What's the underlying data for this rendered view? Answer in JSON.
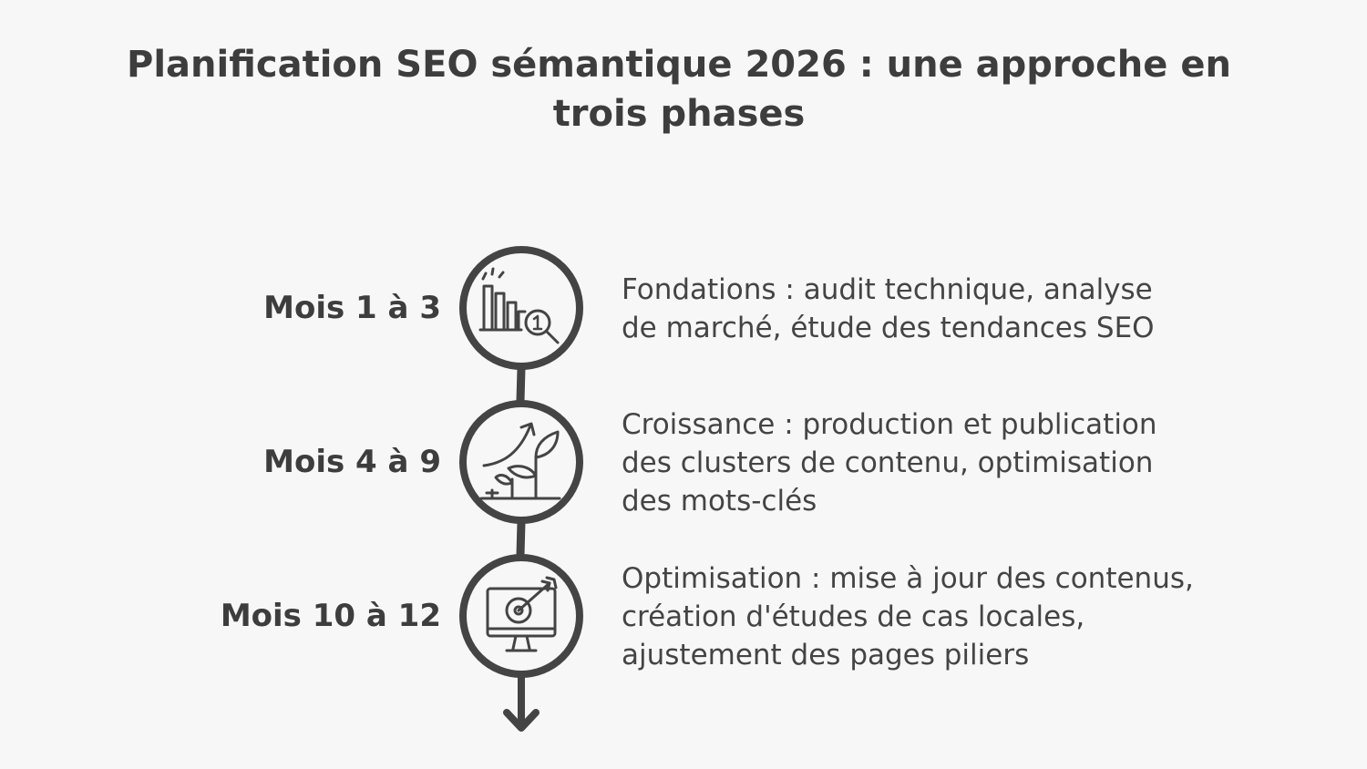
{
  "title": {
    "line1": "Planification SEO sémantique 2026 : une approche en",
    "line2": "trois phases"
  },
  "steps": [
    {
      "label": "Mois 1 à 3",
      "icon": "bar-chart-magnifier-icon",
      "description_lines": [
        "Fondations : audit technique, analyse",
        "de marché, étude des tendances SEO"
      ]
    },
    {
      "label": "Mois 4 à 9",
      "icon": "growing-plant-icon",
      "description_lines": [
        "Croissance : production et publication",
        "des clusters de contenu, optimisation",
        "des mots-clés"
      ]
    },
    {
      "label": "Mois 10 à 12",
      "icon": "monitor-target-icon",
      "description_lines": [
        "Optimisation : mise à jour des contenus,",
        "création d'études de cas locales,",
        "ajustement des pages piliers"
      ]
    }
  ],
  "colors": {
    "ink": "#444444",
    "background": "#f7f7f7"
  }
}
